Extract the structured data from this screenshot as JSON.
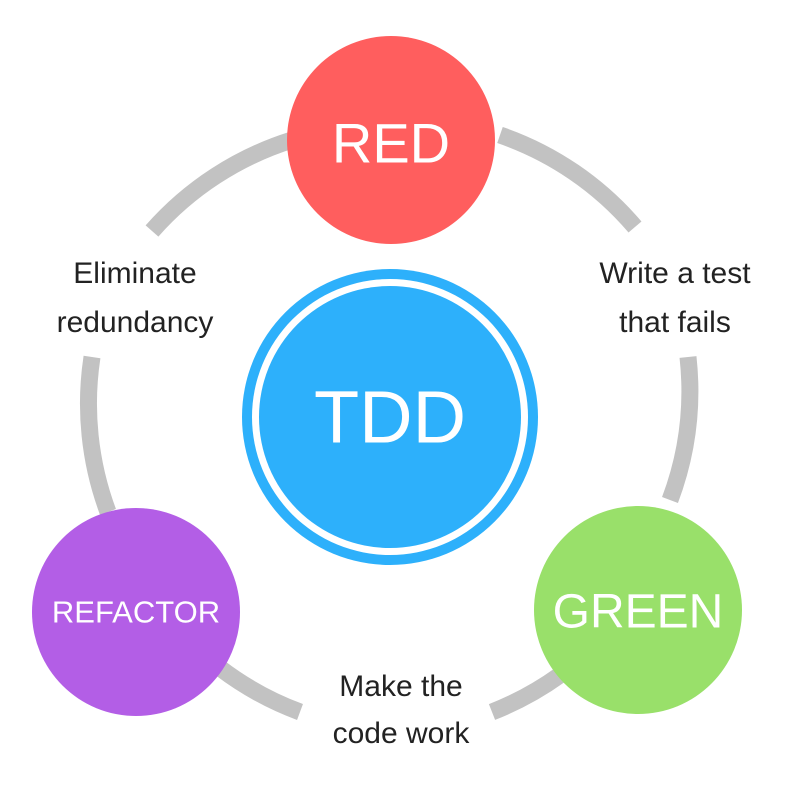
{
  "diagram": {
    "center": {
      "label": "TDD",
      "color": "#2db0fb"
    },
    "nodes": {
      "red": {
        "label": "RED",
        "color": "#ff5e5e"
      },
      "green": {
        "label": "GREEN",
        "color": "#99e06a"
      },
      "refactor": {
        "label": "REFACTOR",
        "color": "#b35ee6"
      }
    },
    "cycle_color": "#c2c2c2",
    "edge_labels": {
      "red_to_green": {
        "line1": "Write a test",
        "line2": "that fails"
      },
      "green_to_refactor": {
        "line1": "Make the",
        "line2": "code work"
      },
      "refactor_to_red": {
        "line1": "Eliminate",
        "line2": "redundancy"
      }
    }
  }
}
